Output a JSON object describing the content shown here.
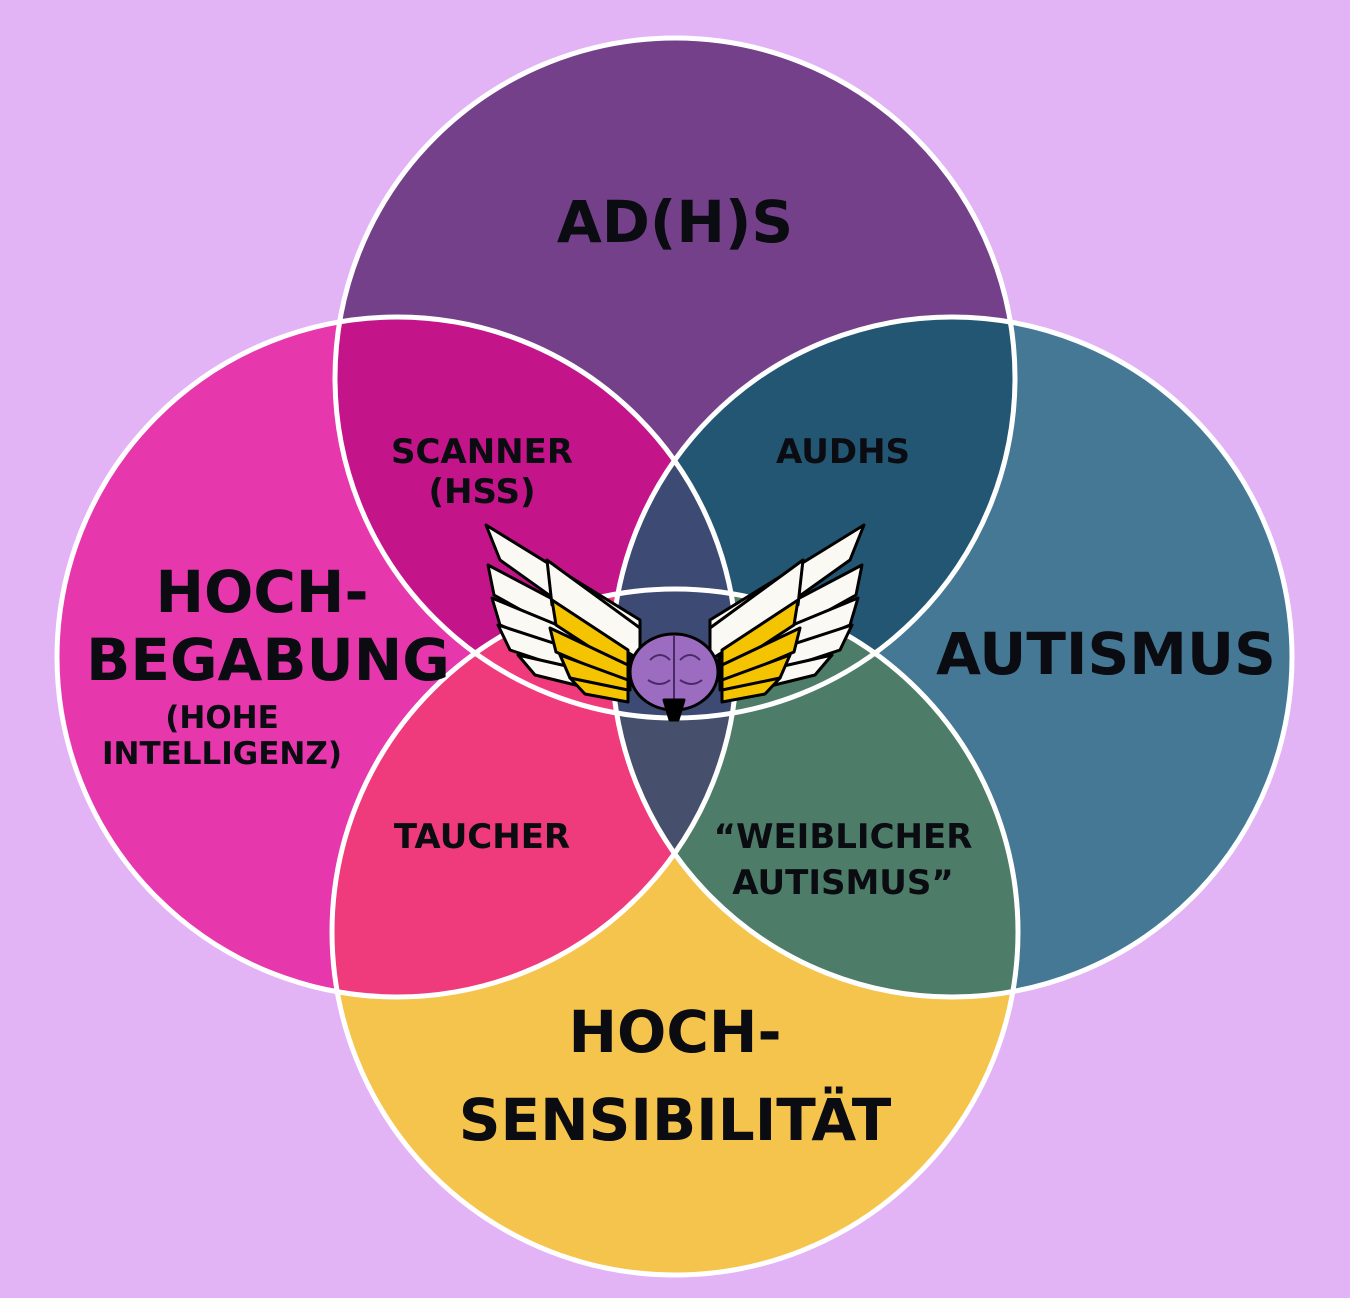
{
  "diagram": {
    "type": "venn",
    "sets": [
      {
        "id": "adhs",
        "label": "AD(H)S",
        "color": "#734089"
      },
      {
        "id": "hochbegabung",
        "label_line1": "HOCH-",
        "label_line2": "BEGABUNG",
        "sub_line1": "(HOHE",
        "sub_line2": "INTELLIGENZ)",
        "color": "#e637ac"
      },
      {
        "id": "autismus",
        "label": "AUTISMUS",
        "color": "#457895"
      },
      {
        "id": "hochsensibilitaet",
        "label_line1": "HOCH-",
        "label_line2": "SENSIBILITÄT",
        "color": "#f5c44c"
      }
    ],
    "overlaps": [
      {
        "sets": [
          "adhs",
          "hochbegabung"
        ],
        "label_line1": "SCANNER",
        "label_line2": "(HSS)",
        "color": "#c4148a"
      },
      {
        "sets": [
          "adhs",
          "autismus"
        ],
        "label": "AUDHS",
        "color": "#235673"
      },
      {
        "sets": [
          "hochbegabung",
          "hochsensibilitaet"
        ],
        "label": "TAUCHER",
        "color": "#ef3a7c"
      },
      {
        "sets": [
          "autismus",
          "hochsensibilitaet"
        ],
        "label_line1": "“WEIBLICHER",
        "label_line2": "AUTISMUS”",
        "color": "#4d7d68"
      }
    ],
    "center_color": "#3c4a74",
    "lower_center_color": "#46506c",
    "background": "#e2b3f5",
    "center_icon": "winged-brain-logo"
  }
}
